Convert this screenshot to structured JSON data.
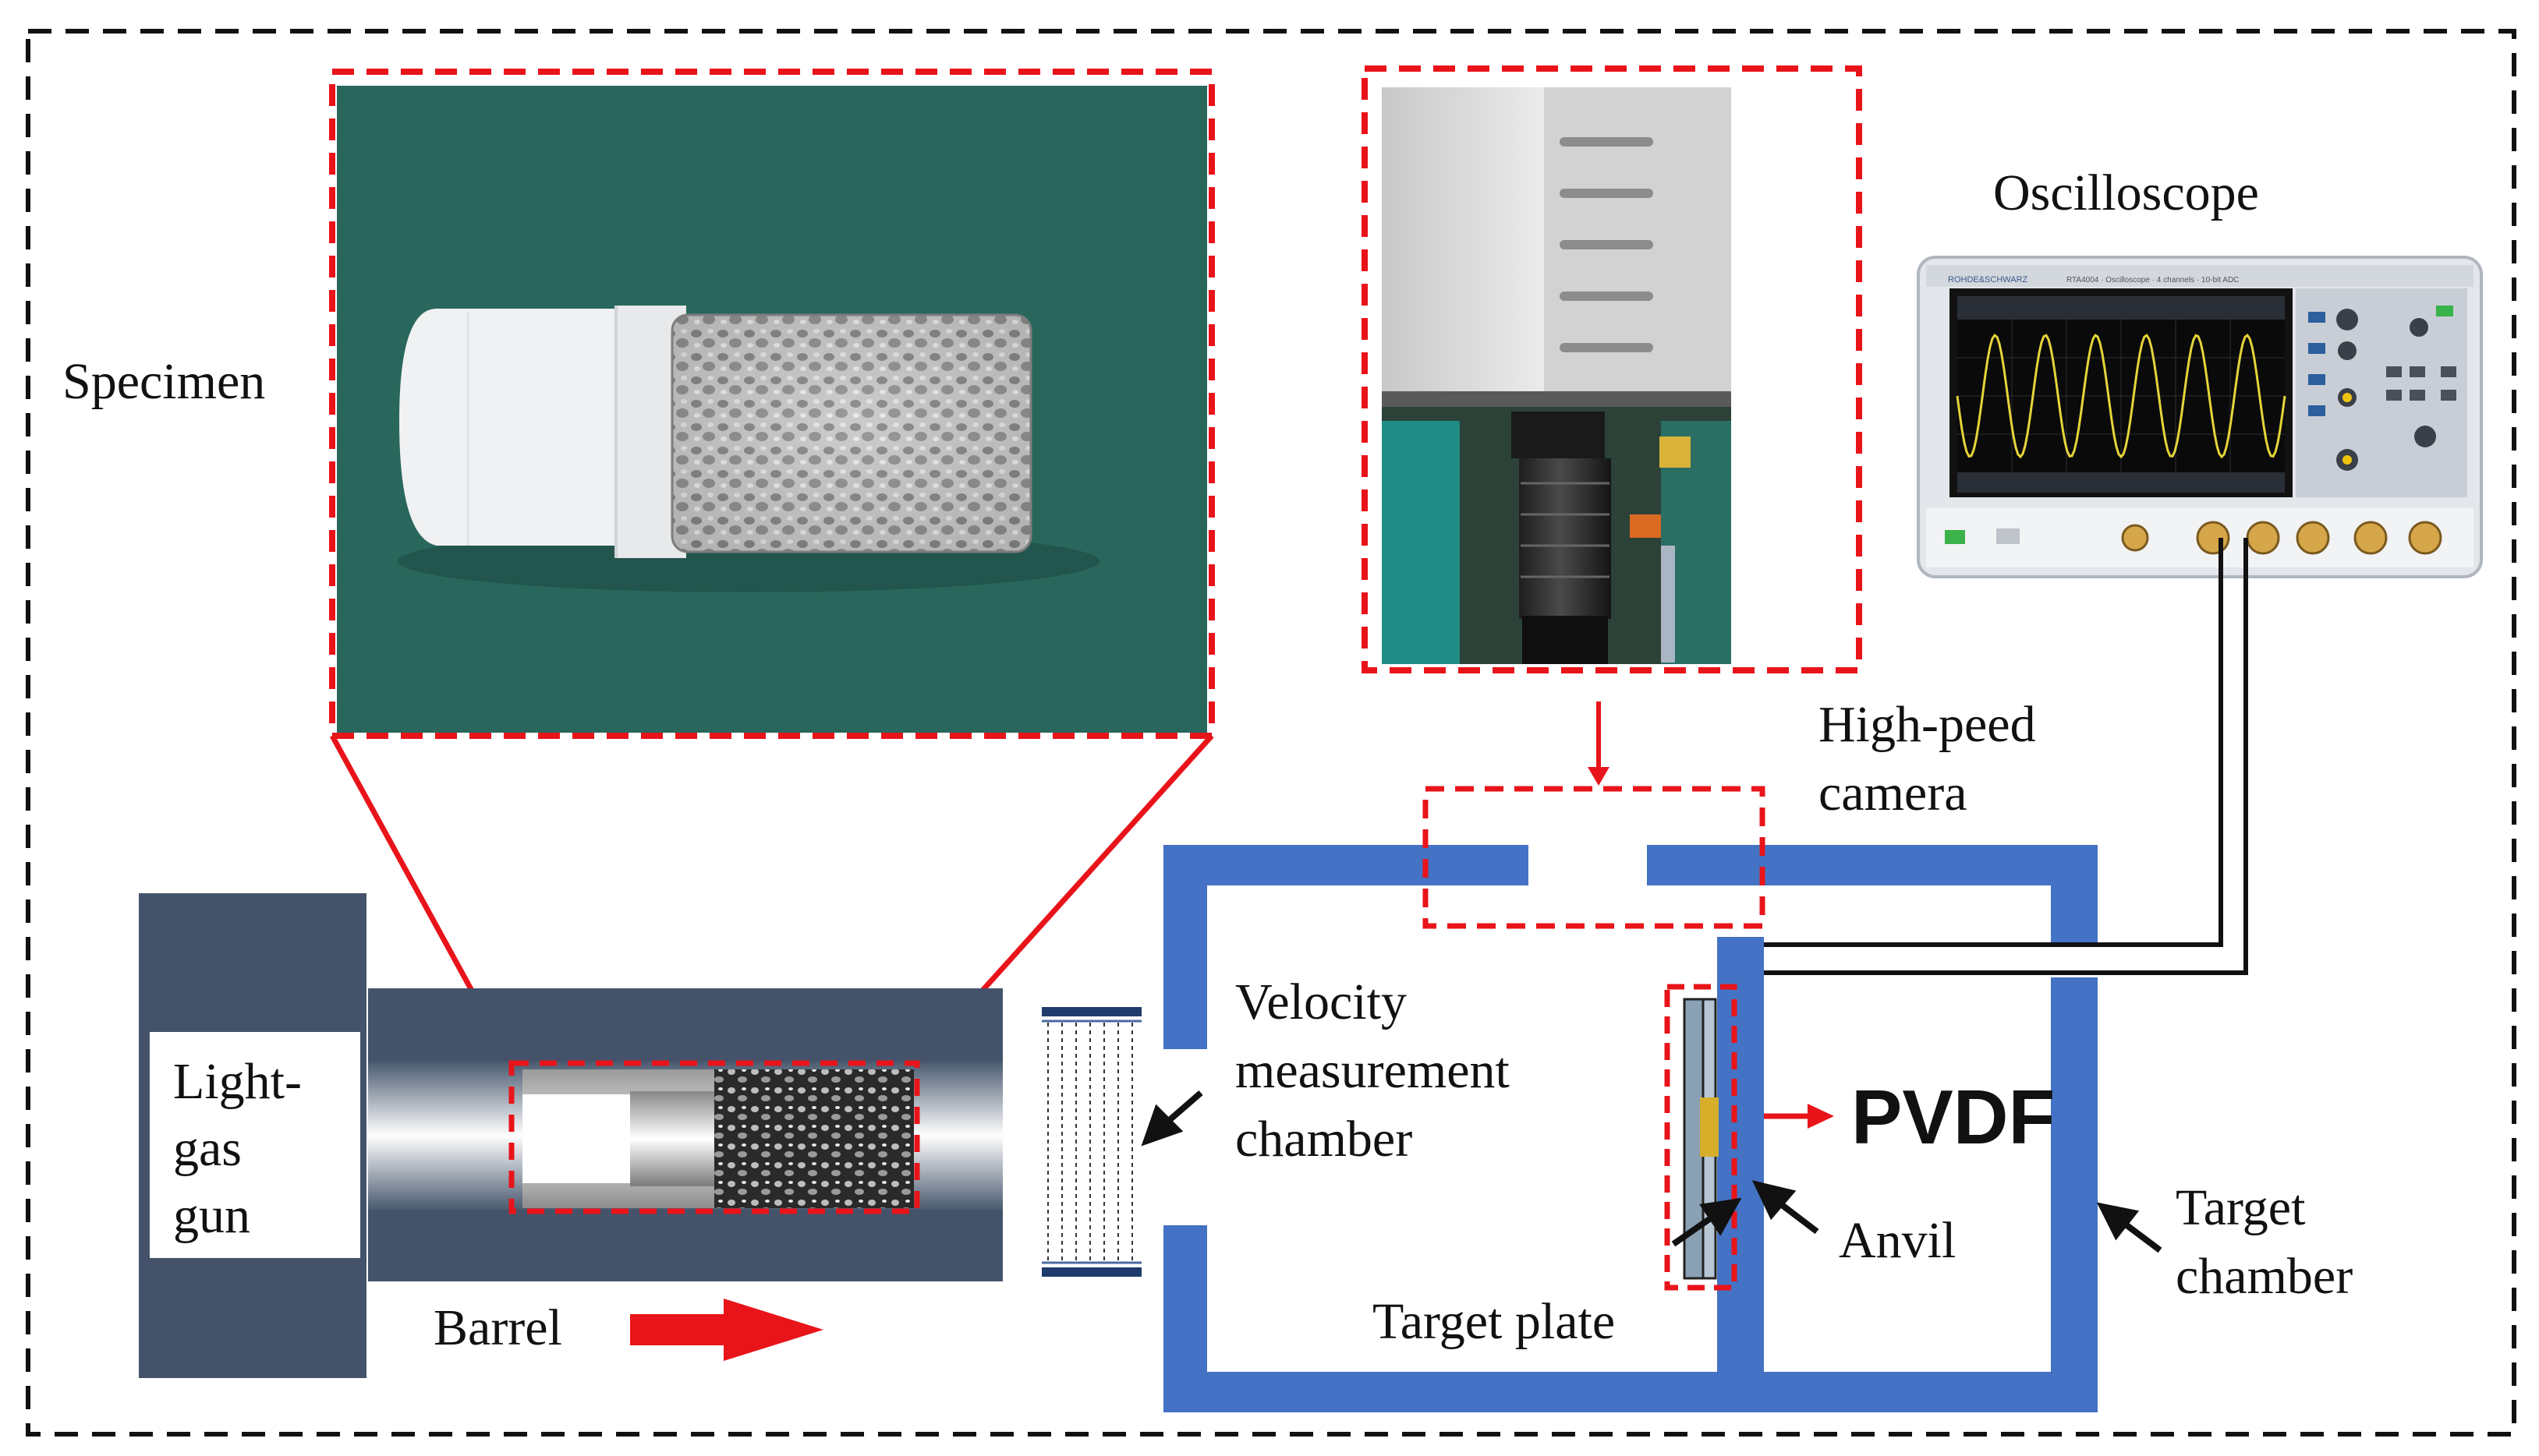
{
  "labels": {
    "specimen": "Specimen",
    "oscilloscope": "Oscilloscope",
    "camera_line1": "High-peed",
    "camera_line2": "camera",
    "gun_line1": "Light-",
    "gun_line2": "gas",
    "gun_line3": "gun",
    "barrel": "Barrel",
    "velocity_line1": "Velocity",
    "velocity_line2": "measurement",
    "velocity_line3": "chamber",
    "pvdf": "PVDF",
    "anvil": "Anvil",
    "target_plate": "Target plate",
    "target_chamber_line1": "Target",
    "target_chamber_line2": "chamber"
  },
  "oscilloscope_panel": {
    "brand": "ROHDE&SCHWARZ",
    "model": "RTA4004 · Oscilloscope · 4 channels · 10-bit ADC"
  },
  "colors": {
    "highlight_red": "#e8141a",
    "chamber_blue": "#4472c4",
    "barrel_slate": "#44536a",
    "trace_yellow": "#e6d43a",
    "frame_black": "#111111"
  }
}
